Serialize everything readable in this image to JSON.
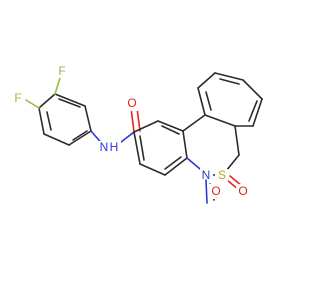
{
  "molecule": {
    "colors": {
      "carbon_bond": "#2b2b2b",
      "oxygen": "#e8231f",
      "nitrogen": "#2d38d8",
      "fluorine": "#94bf3a",
      "sulfur": "#c9a31b",
      "background": "#ffffff"
    },
    "labels": {
      "fluorine_top": "F",
      "fluorine_left": "F",
      "amide_oxygen": "O",
      "amide_nh": "N",
      "amide_h": "H",
      "ring_nitrogen": "N",
      "sulfur": "S",
      "sulfonyl_oxygen_left": "O",
      "sulfonyl_oxygen_right": "O"
    }
  }
}
